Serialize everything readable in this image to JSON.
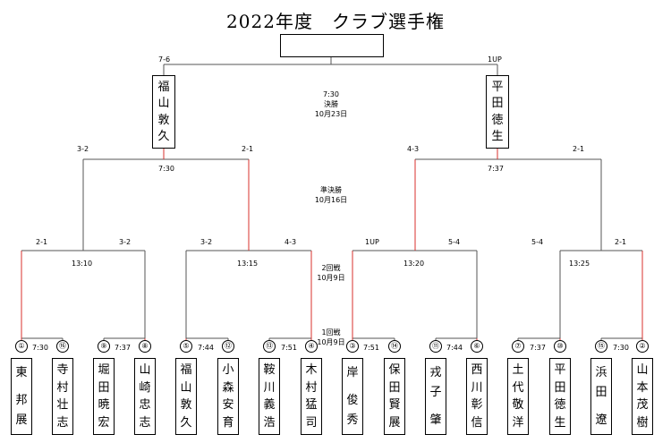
{
  "title": "2022年度　クラブ選手権",
  "colors": {
    "win": "#d9302c",
    "lose": "#555555"
  },
  "rounds": [
    {
      "name": "決勝",
      "date": "10月23日",
      "time": "7:30"
    },
    {
      "name": "準決勝",
      "date": "10月16日"
    },
    {
      "name": "2回戦",
      "date": "10月9日"
    },
    {
      "name": "1回戦",
      "date": "10月9日"
    }
  ],
  "final": {
    "left": {
      "name": [
        "福",
        "山",
        "敦",
        "久"
      ],
      "score": "7-6"
    },
    "right": {
      "name": [
        "平",
        "田",
        "徳",
        "生"
      ],
      "score": "1UP"
    }
  },
  "semis": [
    {
      "time": "7:30",
      "left_score": "3-2",
      "right_score": "2-1"
    },
    {
      "time": "7:37",
      "left_score": "4-3",
      "right_score": "2-1"
    }
  ],
  "r2": [
    {
      "time": "13:10",
      "left_score": "2-1",
      "right_score": "3-2"
    },
    {
      "time": "13:15",
      "left_score": "3-2",
      "right_score": "4-3"
    },
    {
      "time": "13:20",
      "left_score": "1UP",
      "right_score": "5-4"
    },
    {
      "time": "13:25",
      "left_score": "5-4",
      "right_score": "2-1"
    }
  ],
  "r1_times": [
    "7:30",
    "7:37",
    "7:44",
    "7:51",
    "7:51",
    "7:44",
    "7:37",
    "7:30"
  ],
  "players": [
    {
      "seed": "①",
      "name": [
        "東",
        "",
        "邦",
        "展"
      ]
    },
    {
      "seed": "⑯",
      "name": [
        "寺",
        "村",
        "壮",
        "志"
      ]
    },
    {
      "seed": "⑨",
      "name": [
        "堀",
        "田",
        "暁",
        "宏"
      ]
    },
    {
      "seed": "⑧",
      "name": [
        "山",
        "崎",
        "忠",
        "志"
      ]
    },
    {
      "seed": "⑤",
      "name": [
        "福",
        "山",
        "敦",
        "久"
      ]
    },
    {
      "seed": "⑫",
      "name": [
        "小",
        "森",
        "安",
        "育"
      ]
    },
    {
      "seed": "⑬",
      "name": [
        "鞍",
        "川",
        "義",
        "浩"
      ]
    },
    {
      "seed": "④",
      "name": [
        "木",
        "村",
        "猛",
        "司"
      ]
    },
    {
      "seed": "③",
      "name": [
        "岸",
        "",
        "俊",
        "秀"
      ]
    },
    {
      "seed": "⑭",
      "name": [
        "保",
        "田",
        "賢",
        "展"
      ]
    },
    {
      "seed": "⑪",
      "name": [
        "戎",
        "子",
        "",
        "肇"
      ]
    },
    {
      "seed": "⑥",
      "name": [
        "西",
        "川",
        "彰",
        "信"
      ]
    },
    {
      "seed": "⑦",
      "name": [
        "土",
        "代",
        "敬",
        "洋"
      ]
    },
    {
      "seed": "⑩",
      "name": [
        "平",
        "田",
        "徳",
        "生"
      ]
    },
    {
      "seed": "⑮",
      "name": [
        "浜",
        "田",
        "",
        "遼"
      ]
    },
    {
      "seed": "②",
      "name": [
        "山",
        "本",
        "茂",
        "樹"
      ]
    }
  ]
}
